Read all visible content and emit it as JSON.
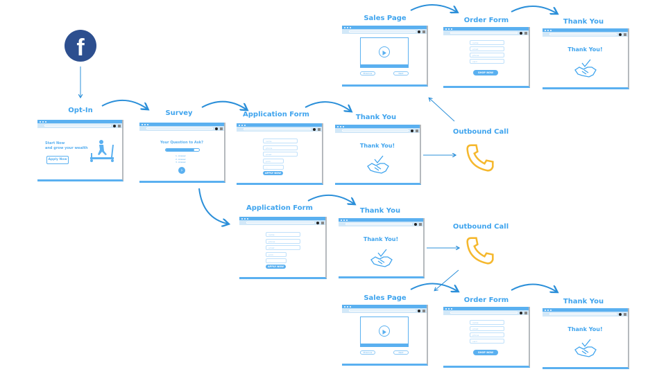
{
  "colors": {
    "accent": "#3fa4ee",
    "window": "#5ab0f0",
    "phone": "#f5b82e",
    "facebook": "#2d4f8f"
  },
  "facebook": {
    "icon": "facebook-icon",
    "glyph": "f"
  },
  "labels": {
    "optin": "Opt-In",
    "survey": "Survey",
    "app1": "Application Form",
    "ty1": "Thank You",
    "call1": "Outbound Call",
    "sales1": "Sales Page",
    "order1": "Order Form",
    "ty2": "Thank You",
    "app2": "Application Form",
    "ty3": "Thank You",
    "call2": "Outbound Call",
    "sales2": "Sales Page",
    "order2": "Order Form",
    "ty4": "Thank You"
  },
  "optin": {
    "headline1": "Start Now",
    "headline2": "and grow your wealth",
    "button": "Apply Now"
  },
  "survey": {
    "question": "Your Question to Ask?",
    "answers": [
      "1. Answer",
      "2. Answer",
      "3. Answer"
    ],
    "progress": 0.85
  },
  "appform": {
    "fields": [
      "name",
      "phone",
      "email",
      "prim",
      "..."
    ],
    "button": "APPLY NOW"
  },
  "thankyou": {
    "text": "Thank You!"
  },
  "sales": {
    "prev": "Previous",
    "next": "Next"
  },
  "order": {
    "fields": [
      "name",
      "email",
      "phone",
      "card"
    ],
    "button": "SHOP NOW"
  }
}
